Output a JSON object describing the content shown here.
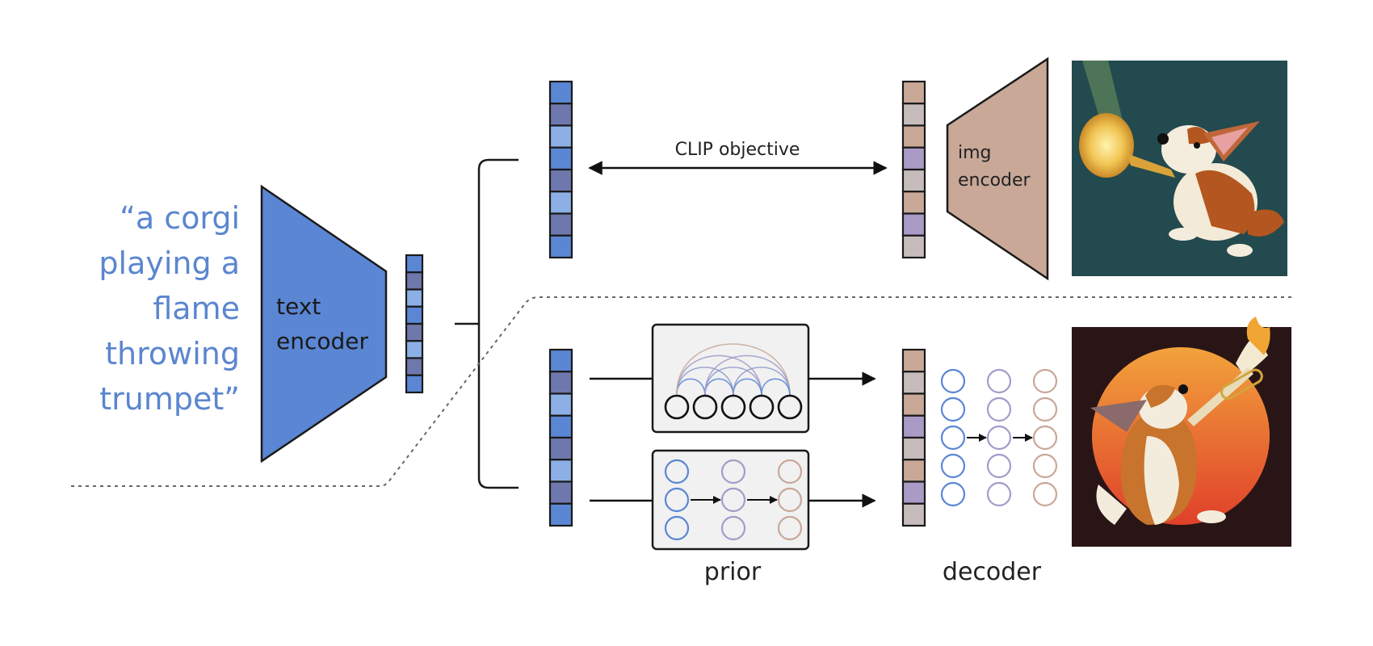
{
  "caption": {
    "lines": [
      "“a corgi",
      "playing a",
      "flame",
      "throwing",
      "trumpet”"
    ],
    "color": "#5b86cf"
  },
  "text_encoder": {
    "label_lines": [
      "text",
      "encoder"
    ],
    "color": "#5b86d4"
  },
  "img_encoder": {
    "label_lines": [
      "img",
      "encoder"
    ],
    "color": "#c9a898"
  },
  "clip_objective": {
    "label": "CLIP objective"
  },
  "labels": {
    "prior": "prior",
    "decoder": "decoder"
  },
  "embeddings": {
    "text_cells": [
      "#5b86d4",
      "#6e78ad",
      "#8cb0e6",
      "#5b86d4",
      "#6e78ad",
      "#8cb0e6",
      "#6e78ad",
      "#5b86d4"
    ],
    "image_cells": [
      "#c9a898",
      "#c6bcbb",
      "#c9a898",
      "#a99ac6",
      "#c6bcbb",
      "#c9a898",
      "#a99ac6",
      "#c6bcbb"
    ]
  },
  "prior_models": {
    "autoregressive": {
      "tokens": 5
    },
    "diffusion": {
      "columns": 3,
      "rows": 3,
      "column_colors": [
        "#5b86d4",
        "#a39cc9",
        "#c9a898"
      ]
    }
  },
  "decoder_model": {
    "columns": 3,
    "rows": 5,
    "column_colors": [
      "#5b86d4",
      "#a39cc9",
      "#c9a898"
    ]
  },
  "images": {
    "top": {
      "description": "corgi playing a glowing trumpet on teal background",
      "background": "#234a4e"
    },
    "bottom": {
      "description": "corgi playing a flame-throwing trumpet in front of an orange sun",
      "background": "#2a1516"
    }
  }
}
